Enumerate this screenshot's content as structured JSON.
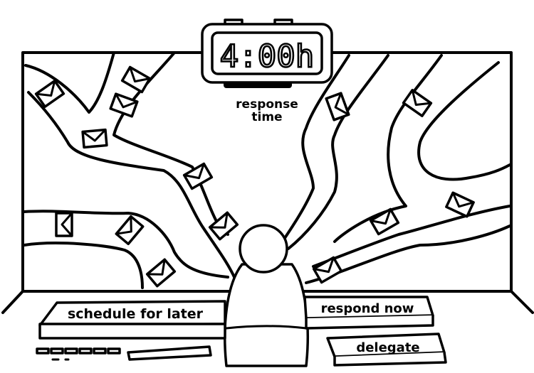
{
  "clock": {
    "display": "4:00h",
    "caption_line1": "response",
    "caption_line2": "time"
  },
  "buttons": {
    "schedule": "schedule for later",
    "respond": "respond now",
    "delegate": "delegate"
  },
  "icons": {
    "envelope": "envelope-icon",
    "clock": "clock-icon",
    "person": "person-figure"
  }
}
